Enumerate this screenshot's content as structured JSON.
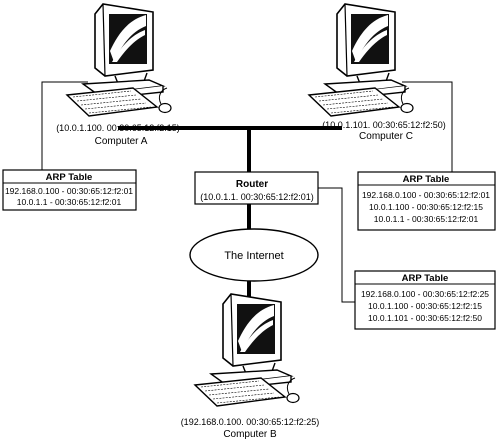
{
  "computer_a": {
    "address": "(10.0.1.100. 00:30:65:12:f2:15)",
    "name": "Computer A",
    "icon": "desktop-computer-icon",
    "arp_table": {
      "title": "ARP Table",
      "rows": [
        "192.168.0.100 - 00:30:65:12:f2:01",
        "10.0.1.1 - 00:30:65:12:f2:01"
      ]
    }
  },
  "computer_c": {
    "address": "(10.0.1.101. 00:30:65:12:f2:50)",
    "name": "Computer C",
    "icon": "desktop-computer-icon",
    "arp_table": {
      "title": "ARP Table",
      "rows": [
        "192.168.0.100 - 00:30:65:12:f2:01",
        "10.0.1.100 - 00:30:65:12:f2:15",
        "10.0.1.1 - 00:30:65:12:f2:01"
      ]
    }
  },
  "computer_b": {
    "address": "(192.168.0.100. 00:30:65:12:f2:25)",
    "name": "Computer B",
    "icon": "desktop-computer-icon"
  },
  "router": {
    "title": "Router",
    "address": "(10.0.1.1. 00:30:65:12:f2:01)",
    "arp_table": {
      "title": "ARP Table",
      "rows": [
        "192.168.0.100 - 00:30:65:12:f2:25",
        "10.0.1.100 - 00:30:65:12:f2:15",
        "10.0.1.101 - 00:30:65:12:f2:50"
      ]
    }
  },
  "internet": {
    "label": "The Internet"
  }
}
